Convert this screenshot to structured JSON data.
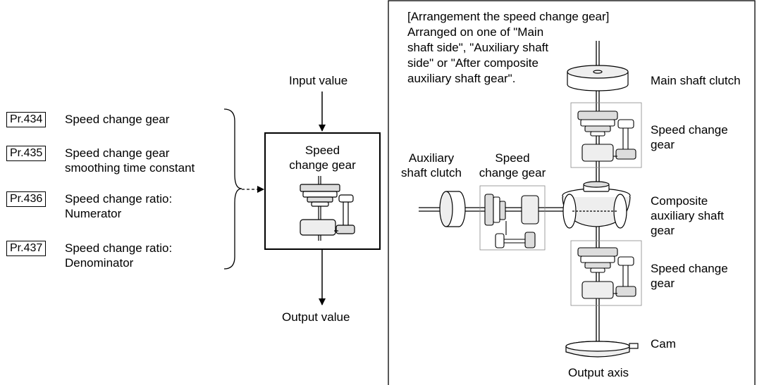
{
  "left": {
    "params": [
      {
        "code": "Pr.434",
        "label": "Speed change gear"
      },
      {
        "code": "Pr.435",
        "label": "Speed change gear\nsmoothing time constant"
      },
      {
        "code": "Pr.436",
        "label": "Speed change ratio:\nNumerator"
      },
      {
        "code": "Pr.437",
        "label": "Speed change ratio:\nDenominator"
      }
    ],
    "input_label": "Input value",
    "block_label": "Speed\nchange gear",
    "output_label": "Output value"
  },
  "right": {
    "note": "[Arrangement the speed change gear]\nArranged on one of \"Main\nshaft side\", \"Auxiliary shaft\nside\" or \"After composite\nauxiliary shaft gear\".",
    "main_shaft_clutch": "Main shaft clutch",
    "speed_change_gear_upper": "Speed change\ngear",
    "aux_shaft_clutch": "Auxiliary\nshaft clutch",
    "speed_change_gear_aux": "Speed\nchange gear",
    "composite_gear": "Composite\nauxiliary shaft\ngear",
    "speed_change_gear_lower": "Speed change\ngear",
    "cam": "Cam",
    "output_axis": "Output axis"
  }
}
